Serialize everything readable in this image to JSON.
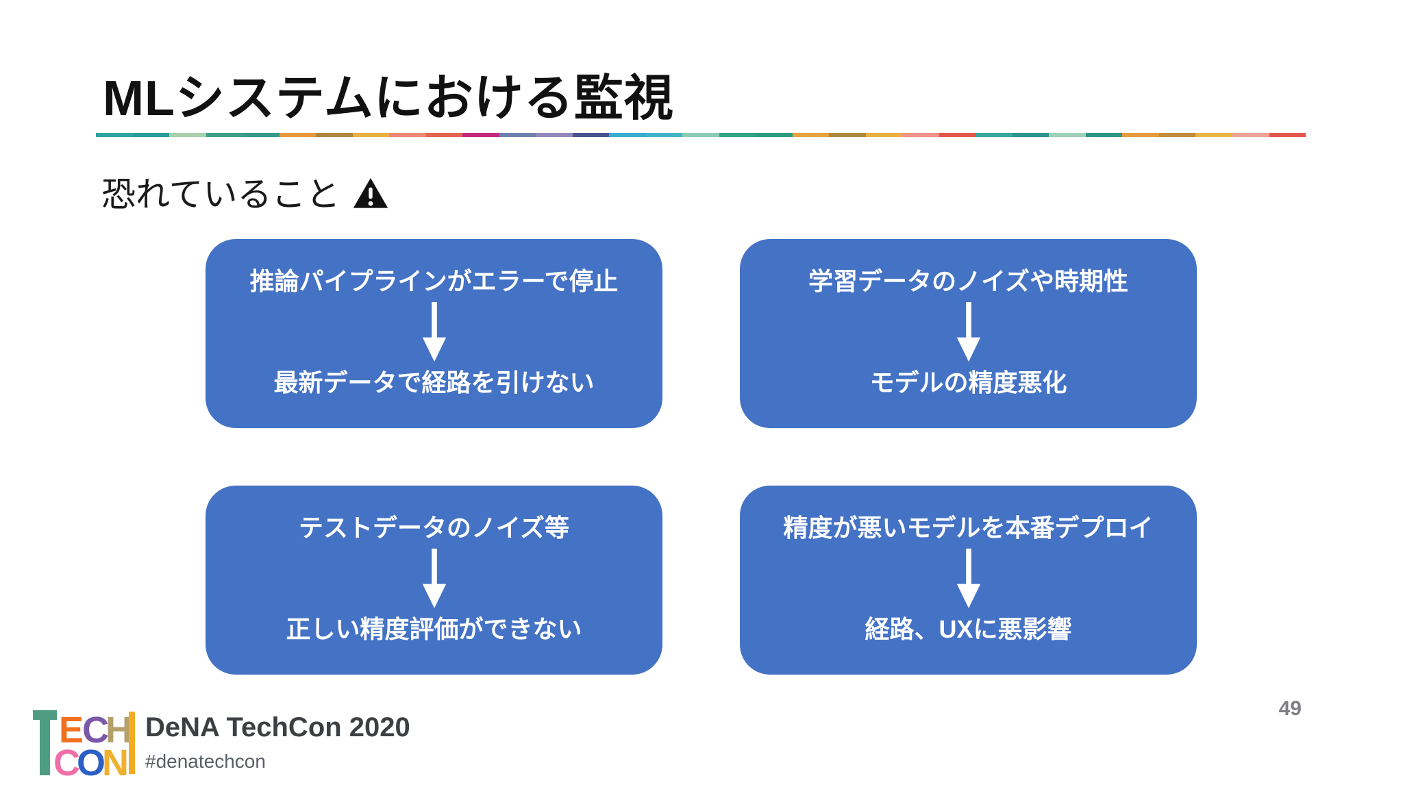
{
  "slide": {
    "title": "MLシステムにおける監視",
    "subtitle": "恐れていること",
    "page_number": "49"
  },
  "icons": {
    "warning": "warning-triangle (black filled, white exclamation)",
    "down_arrow": "arrow-down (white)"
  },
  "divider": {
    "colors": [
      "#2FA3A3",
      "#2B9C9C",
      "#A9D0AD",
      "#3F9E88",
      "#39998A",
      "#E89A3C",
      "#AE8842",
      "#ECB041",
      "#EF8878",
      "#E56553",
      "#C5297E",
      "#6F82AD",
      "#9489BB",
      "#4B5391",
      "#38ACD3",
      "#41B4C9",
      "#8ECBB4",
      "#33A385",
      "#2E9C80",
      "#E8A33D",
      "#AB8A44",
      "#ECB041",
      "#F2948A",
      "#E4574D",
      "#39A8A0",
      "#2E968E",
      "#9FD0B8",
      "#2F9486",
      "#E79B3F",
      "#C08C3E",
      "#ECB644",
      "#F0A396",
      "#E4574D"
    ]
  },
  "cards": [
    {
      "id": "inference-pipeline-error",
      "top": "推論パイプラインがエラーで停止",
      "bottom": "最新データで経路を引けない"
    },
    {
      "id": "training-data-noise",
      "top": "学習データのノイズや時期性",
      "bottom": "モデルの精度悪化"
    },
    {
      "id": "test-data-noise",
      "top": "テストデータのノイズ等",
      "bottom": "正しい精度評価ができない"
    },
    {
      "id": "bad-model-deploy",
      "top": "精度が悪いモデルを本番デプロイ",
      "bottom": "経路、UXに悪影響"
    }
  ],
  "footer": {
    "brand": "DeNA TechCon 2020",
    "hashtag": "#denatechcon",
    "logo": {
      "t_color": "#4E9C81",
      "bar_color": "#F2AC23",
      "row1": [
        {
          "ch": "E",
          "color": "#F0701F"
        },
        {
          "ch": "C",
          "color": "#7C58A8"
        },
        {
          "ch": "H",
          "color": "#B3A06B"
        }
      ],
      "row2": [
        {
          "ch": "C",
          "color": "#F06EA9"
        },
        {
          "ch": "O",
          "color": "#2B5FC6"
        },
        {
          "ch": "N",
          "color": "#F0B02F"
        }
      ]
    }
  },
  "colors": {
    "card_bg": "#4472C4",
    "card_text": "#FFFFFF",
    "title_text": "#111111",
    "subtitle_text": "#1A1A1A",
    "brand_text": "#3C4043",
    "hashtag_text": "#5A5E66",
    "page_number_text": "#7E7E86",
    "background": "#FFFFFF"
  }
}
